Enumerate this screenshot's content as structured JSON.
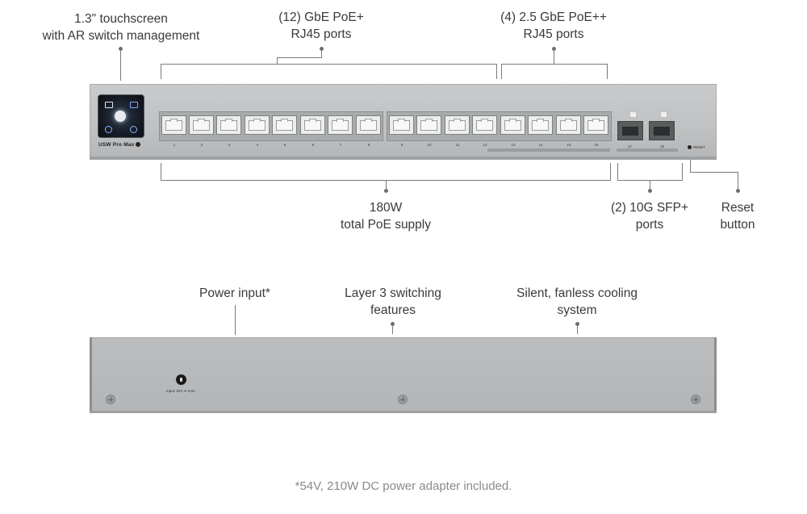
{
  "callouts": {
    "touchscreen": "1.3\" touchscreen\nwith AR switch management",
    "gbe_ports": "(12) GbE PoE+\nRJ45 ports",
    "ports_25": "(4) 2.5 GbE PoE++\nRJ45 ports",
    "poe_supply": "180W\ntotal PoE supply",
    "sfp_ports": "(2) 10G SFP+\nports",
    "reset_button": "Reset\nbutton",
    "power_input": "Power input*",
    "layer3": "Layer 3 switching\nfeatures",
    "cooling": "Silent, fanless cooling\nsystem"
  },
  "device": {
    "model": "USW Pro Max",
    "port_labels": [
      "1",
      "2",
      "3",
      "4",
      "5",
      "6",
      "7",
      "8",
      "9",
      "10",
      "11",
      "12",
      "13",
      "14",
      "15",
      "16"
    ],
    "sfp_labels": [
      "17",
      "18"
    ],
    "reset_label": "RESET",
    "power_label": "Input: 54V ⎓ 3.9A"
  },
  "footnote": "*54V, 210W DC power adapter included."
}
